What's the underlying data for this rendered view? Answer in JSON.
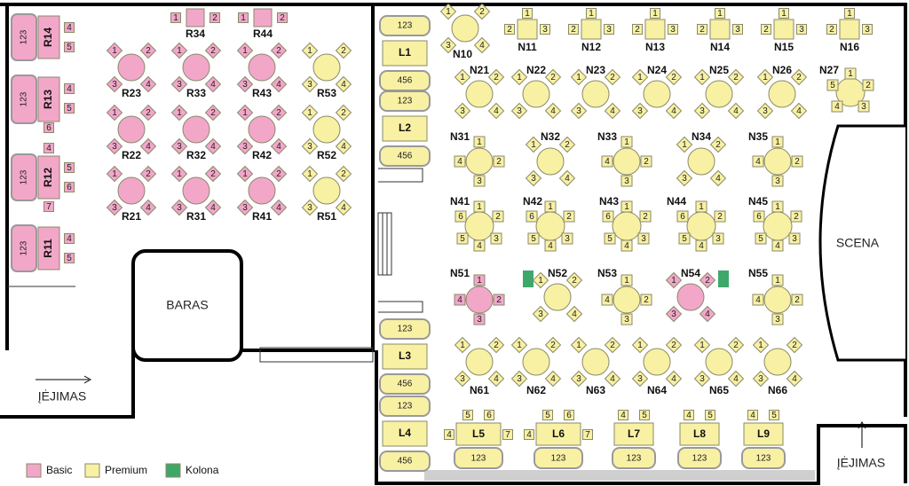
{
  "colors": {
    "basic": "#f2a7c9",
    "premium": "#f8f0a3",
    "kolona": "#3ea86b",
    "bar_grey": "#cfcfcf"
  },
  "areas": {
    "baras": "BARAS",
    "scena": "SCENA",
    "entrance_left": "ĮĖJIMAS",
    "entrance_right": "ĮĖJIMAS"
  },
  "legend": [
    {
      "label": "Basic",
      "color": "#f2a7c9"
    },
    {
      "label": "Premium",
      "color": "#f8f0a3"
    },
    {
      "label": "Kolona",
      "color": "#3ea86b"
    }
  ],
  "wall_booths": [
    {
      "label": "R14",
      "seats": "123",
      "side": [
        "4",
        "5"
      ]
    },
    {
      "label": "R13",
      "seats": "123",
      "side": [
        "4",
        "5",
        "6"
      ]
    },
    {
      "label": "R12",
      "seats": "123",
      "side": [
        "4",
        "5",
        "6",
        "7"
      ]
    },
    {
      "label": "R11",
      "seats": "123",
      "side": [
        "4",
        "5"
      ]
    }
  ],
  "r_top": [
    {
      "label": "R34",
      "left": "1",
      "right": "2"
    },
    {
      "label": "R44",
      "left": "1",
      "right": "2"
    }
  ],
  "tables": [
    {
      "label": "R23",
      "type": "basic",
      "chairs": [
        "1",
        "2",
        "3",
        "4"
      ]
    },
    {
      "label": "R33",
      "type": "basic",
      "chairs": [
        "1",
        "2",
        "3",
        "4"
      ]
    },
    {
      "label": "R43",
      "type": "basic",
      "chairs": [
        "1",
        "2",
        "3",
        "4"
      ]
    },
    {
      "label": "R53",
      "type": "premium",
      "chairs": [
        "1",
        "2",
        "3",
        "4"
      ]
    },
    {
      "label": "R22",
      "type": "basic",
      "chairs": [
        "1",
        "2",
        "3",
        "4"
      ]
    },
    {
      "label": "R32",
      "type": "basic",
      "chairs": [
        "1",
        "2",
        "3",
        "4"
      ]
    },
    {
      "label": "R42",
      "type": "basic",
      "chairs": [
        "1",
        "2",
        "3",
        "4"
      ]
    },
    {
      "label": "R52",
      "type": "premium",
      "chairs": [
        "1",
        "2",
        "3",
        "4"
      ]
    },
    {
      "label": "R21",
      "type": "basic",
      "chairs": [
        "1",
        "2",
        "3",
        "4"
      ]
    },
    {
      "label": "R31",
      "type": "basic",
      "chairs": [
        "1",
        "2",
        "3",
        "4"
      ]
    },
    {
      "label": "R41",
      "type": "basic",
      "chairs": [
        "1",
        "2",
        "3",
        "4"
      ]
    },
    {
      "label": "R51",
      "type": "premium",
      "chairs": [
        "1",
        "2",
        "3",
        "4"
      ]
    },
    {
      "label": "N10",
      "type": "premium",
      "chairs": [
        "1",
        "2",
        "3",
        "4"
      ]
    },
    {
      "label": "N21",
      "type": "premium",
      "chairs": [
        "1",
        "2",
        "3",
        "4"
      ]
    },
    {
      "label": "N22",
      "type": "premium",
      "chairs": [
        "1",
        "2",
        "3",
        "4"
      ]
    },
    {
      "label": "N23",
      "type": "premium",
      "chairs": [
        "1",
        "2",
        "3",
        "4"
      ]
    },
    {
      "label": "N24",
      "type": "premium",
      "chairs": [
        "1",
        "2",
        "3",
        "4"
      ]
    },
    {
      "label": "N25",
      "type": "premium",
      "chairs": [
        "1",
        "2",
        "3",
        "4"
      ]
    },
    {
      "label": "N26",
      "type": "premium",
      "chairs": [
        "1",
        "2",
        "3",
        "4"
      ]
    },
    {
      "label": "N27",
      "type": "premium",
      "chairs": [
        "1",
        "2",
        "3",
        "4",
        "5"
      ]
    },
    {
      "label": "N31",
      "type": "premium",
      "chairs": [
        "1",
        "2",
        "3",
        "4"
      ]
    },
    {
      "label": "N32",
      "type": "premium",
      "chairs": [
        "1",
        "2",
        "3",
        "4"
      ]
    },
    {
      "label": "N33",
      "type": "premium",
      "chairs": [
        "1",
        "2",
        "3",
        "4"
      ]
    },
    {
      "label": "N34",
      "type": "premium",
      "chairs": [
        "1",
        "2",
        "3",
        "4"
      ]
    },
    {
      "label": "N35",
      "type": "premium",
      "chairs": [
        "1",
        "2",
        "3",
        "4"
      ]
    },
    {
      "label": "N41",
      "type": "premium",
      "chairs": [
        "1",
        "2",
        "3",
        "4",
        "5",
        "6"
      ]
    },
    {
      "label": "N42",
      "type": "premium",
      "chairs": [
        "1",
        "2",
        "3",
        "4",
        "5",
        "6"
      ]
    },
    {
      "label": "N43",
      "type": "premium",
      "chairs": [
        "1",
        "2",
        "3",
        "4",
        "5",
        "6"
      ]
    },
    {
      "label": "N44",
      "type": "premium",
      "chairs": [
        "1",
        "2",
        "3",
        "4",
        "5",
        "6"
      ]
    },
    {
      "label": "N45",
      "type": "premium",
      "chairs": [
        "1",
        "2",
        "3",
        "4",
        "5",
        "6"
      ]
    },
    {
      "label": "N51",
      "type": "basic",
      "chairs": [
        "1",
        "2",
        "3",
        "4"
      ]
    },
    {
      "label": "N52",
      "type": "premium",
      "chairs": [
        "1",
        "2",
        "3",
        "4"
      ]
    },
    {
      "label": "N53",
      "type": "premium",
      "chairs": [
        "1",
        "2",
        "3",
        "4"
      ]
    },
    {
      "label": "N54",
      "type": "basic",
      "chairs": [
        "1",
        "2",
        "3",
        "4"
      ]
    },
    {
      "label": "N55",
      "type": "premium",
      "chairs": [
        "1",
        "2",
        "3",
        "4"
      ]
    },
    {
      "label": "N61",
      "type": "premium",
      "chairs": [
        "1",
        "2",
        "3",
        "4"
      ]
    },
    {
      "label": "N62",
      "type": "premium",
      "chairs": [
        "1",
        "2",
        "3",
        "4"
      ]
    },
    {
      "label": "N63",
      "type": "premium",
      "chairs": [
        "1",
        "2",
        "3",
        "4"
      ]
    },
    {
      "label": "N64",
      "type": "premium",
      "chairs": [
        "1",
        "2",
        "3",
        "4"
      ]
    },
    {
      "label": "N65",
      "type": "premium",
      "chairs": [
        "1",
        "2",
        "3",
        "4"
      ]
    },
    {
      "label": "N66",
      "type": "premium",
      "chairs": [
        "1",
        "2",
        "3",
        "4"
      ]
    }
  ],
  "square_tables": [
    {
      "label": "N11",
      "chairs": [
        "1",
        "2",
        "3"
      ]
    },
    {
      "label": "N12",
      "chairs": [
        "1",
        "2",
        "3"
      ]
    },
    {
      "label": "N13",
      "chairs": [
        "1",
        "2",
        "3"
      ]
    },
    {
      "label": "N14",
      "chairs": [
        "1",
        "2",
        "3"
      ]
    },
    {
      "label": "N15",
      "chairs": [
        "1",
        "2",
        "3"
      ]
    },
    {
      "label": "N16",
      "chairs": [
        "1",
        "2",
        "3"
      ]
    }
  ],
  "l_booths_vertical": [
    {
      "label": "L1",
      "top": "123",
      "bottom": "456"
    },
    {
      "label": "L2",
      "top": "123",
      "bottom": "456"
    },
    {
      "label": "L3",
      "top": "123",
      "bottom": "456"
    },
    {
      "label": "L4",
      "top": "123",
      "bottom": "456"
    }
  ],
  "l_booths_bottom": [
    {
      "label": "L5",
      "seats": "123",
      "chairs": [
        "4",
        "5",
        "6",
        "7"
      ]
    },
    {
      "label": "L6",
      "seats": "123",
      "chairs": [
        "4",
        "5",
        "6",
        "7"
      ]
    },
    {
      "label": "L7",
      "seats": "123",
      "chairs": [
        "4",
        "5"
      ]
    },
    {
      "label": "L8",
      "seats": "123",
      "chairs": [
        "4",
        "5"
      ]
    },
    {
      "label": "L9",
      "seats": "123",
      "chairs": [
        "4",
        "5"
      ]
    }
  ]
}
